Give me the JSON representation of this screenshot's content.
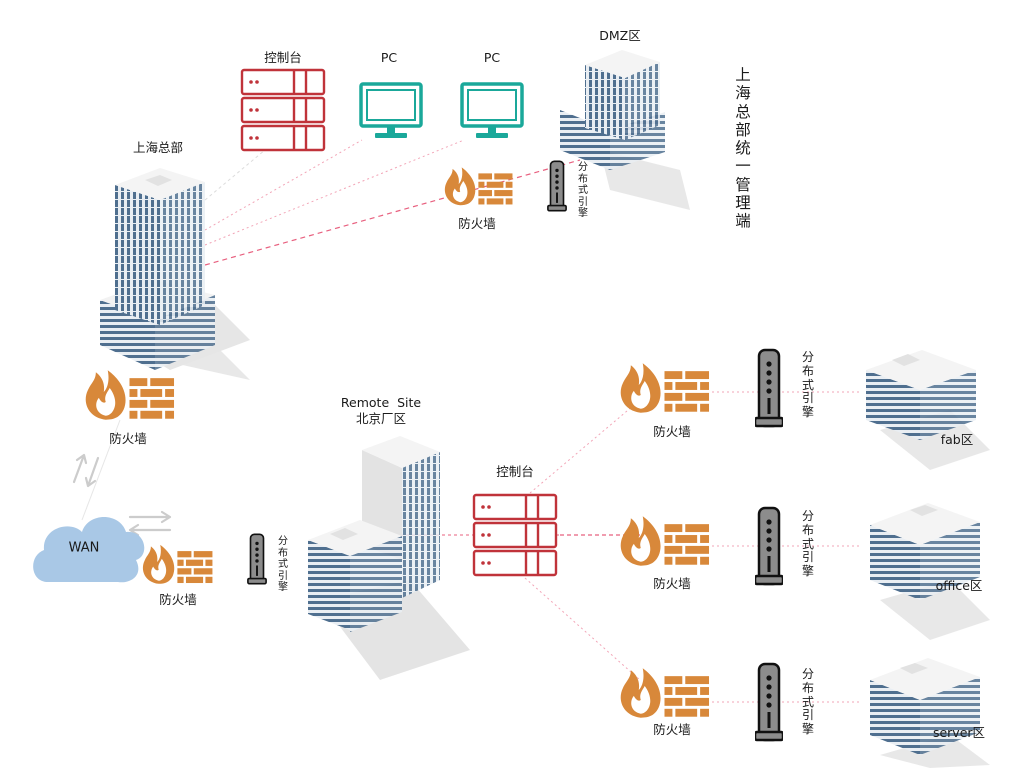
{
  "title": "上海总部统一管理端",
  "labels": {
    "console_top": "控制台",
    "pc1": "PC",
    "pc2": "PC",
    "dmz": "DMZ区",
    "hq": "上海总部",
    "firewall_dmz": "防火墙",
    "engine_dmz": "分布式引擎",
    "firewall_hq": "防火墙",
    "wan": "WAN",
    "firewall_wan": "防火墙",
    "engine_wan": "分布式引擎",
    "remote_site_line1": "Remote  Site",
    "remote_site_line2": "北京厂区",
    "console_remote": "控制台",
    "firewall_fab": "防火墙",
    "engine_fab": "分布式引擎",
    "fab": "fab区",
    "firewall_office": "防火墙",
    "engine_office": "分布式引擎",
    "office": "office区",
    "firewall_server": "防火墙",
    "engine_server": "分布式引擎",
    "server": "server区"
  },
  "colors": {
    "server_red": "#c0333a",
    "pc_teal": "#1aa89a",
    "firewall_orange": "#d8883a",
    "engine_gray": "#8c8c8c",
    "building_blue": "#4f6f8f",
    "cloud_blue": "#a9c8e6",
    "link_pink": "#e8607f",
    "arrow_gray": "#cccccc"
  },
  "icons": {
    "server": "server-rack-icon",
    "pc": "monitor-icon",
    "firewall": "firewall-icon",
    "engine": "engine-tower-icon",
    "building": "building-icon",
    "cloud": "cloud-icon"
  }
}
